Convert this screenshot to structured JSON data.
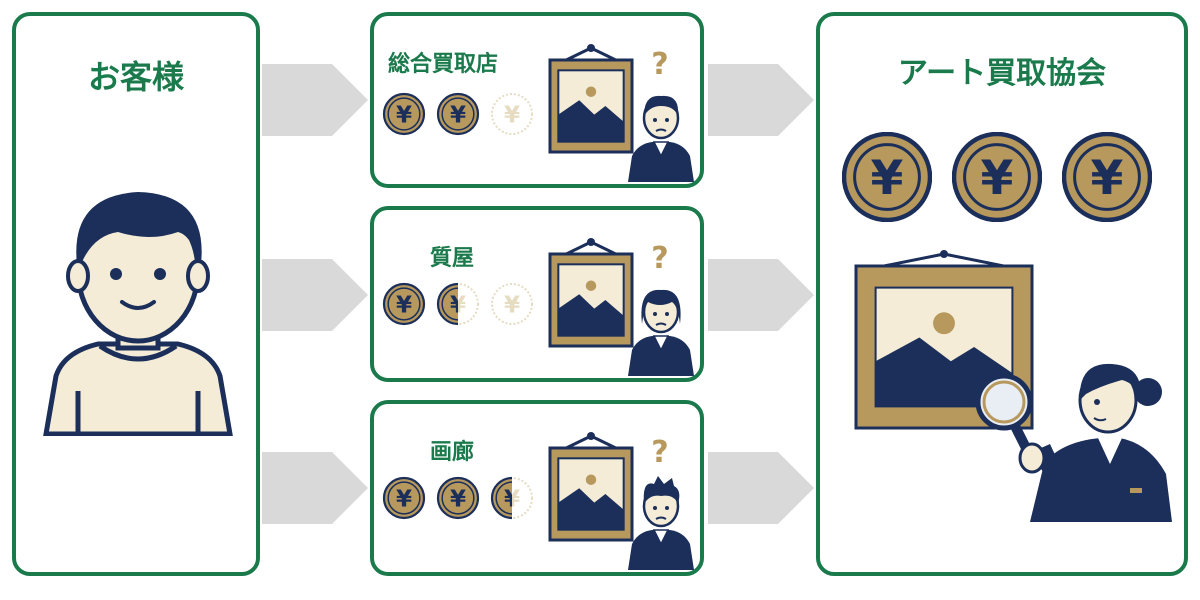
{
  "customer": {
    "title": "お客様"
  },
  "shops": [
    {
      "id": "general",
      "title": "総合買取店",
      "coins": 2.0
    },
    {
      "id": "pawn",
      "title": "質屋",
      "coins": 1.5
    },
    {
      "id": "gallery",
      "title": "画廊",
      "coins": 2.5
    }
  ],
  "association": {
    "title": "アート買取協会",
    "coins": 3
  },
  "symbols": {
    "yen": "¥",
    "question": "?"
  },
  "colors": {
    "accent_green": "#1a7a4c",
    "navy": "#1b2f5a",
    "gold": "#b7995e",
    "cream": "#f4ecd6",
    "arrow_gray": "#d9d9d9"
  }
}
